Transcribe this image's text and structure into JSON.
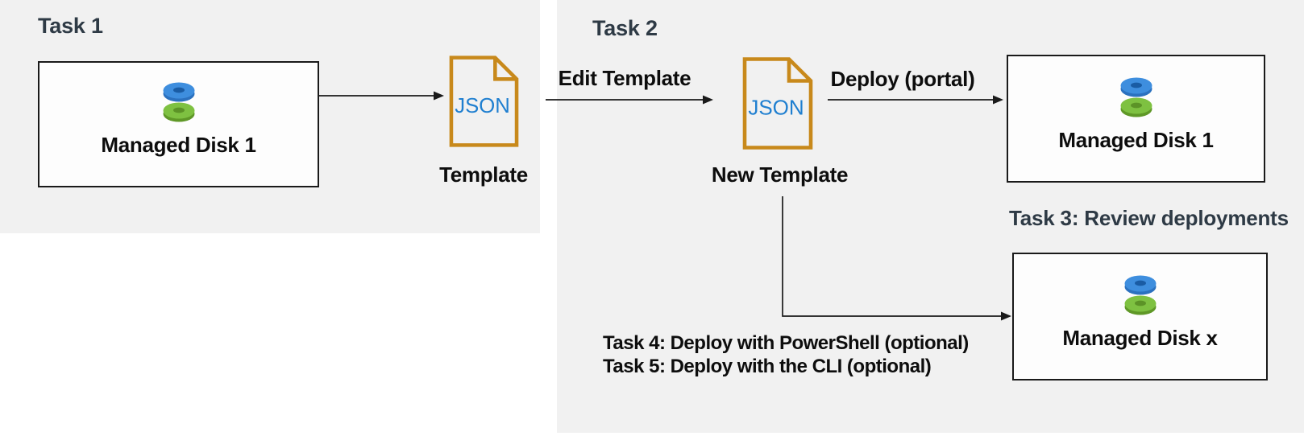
{
  "colors": {
    "panel_bg": "#f1f1f1",
    "box_bg": "#fdfdfd",
    "box_border": "#1a1a1a",
    "heading": "#2e3a45",
    "label": "#0d0d0d",
    "json_doc_border": "#c8891b",
    "json_text": "#1f7fd0",
    "arrow": "#1a1a1a",
    "disk_blue_top": "#3e8ede",
    "disk_blue_side": "#2b71bf",
    "disk_blue_hole": "#1a5ca4",
    "disk_green_top": "#7ec141",
    "disk_green_side": "#5f9827",
    "disk_green_hole": "#5c9327"
  },
  "sections": {
    "task1_heading": "Task 1",
    "task2_heading": "Task 2",
    "task3_label": "Task 3: Review deployments",
    "task4_label": "Task 4: Deploy with PowerShell (optional)",
    "task5_label": "Task 5: Deploy with the CLI (optional)"
  },
  "nodes": {
    "disk1_left": {
      "label": "Managed Disk 1"
    },
    "template": {
      "file_text": "JSON",
      "caption": "Template"
    },
    "new_template": {
      "file_text": "JSON",
      "caption": "New Template"
    },
    "disk1_right": {
      "label": "Managed Disk 1"
    },
    "disk_x": {
      "label": "Managed Disk x"
    }
  },
  "edges": {
    "edit_template": {
      "label": "Edit Template"
    },
    "deploy_portal": {
      "label": "Deploy (portal)"
    }
  }
}
